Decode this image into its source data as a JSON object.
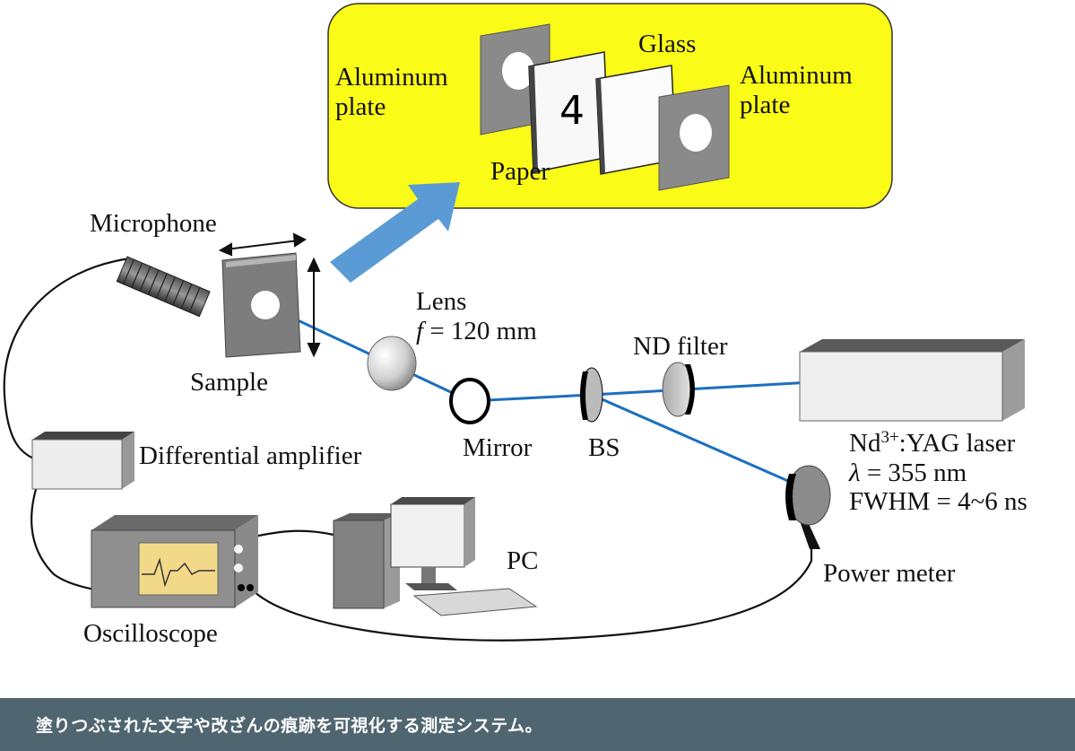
{
  "diagram": {
    "inset": {
      "left_plate_label_1": "Aluminum",
      "left_plate_label_2": "plate",
      "right_plate_label_1": "Aluminum",
      "right_plate_label_2": "plate",
      "glass_label": "Glass",
      "paper_label": "Paper",
      "paper_digit": "4",
      "background_color": "#fafc18"
    },
    "labels": {
      "microphone": "Microphone",
      "sample": "Sample",
      "lens_1": "Lens",
      "lens_f": "f",
      "lens_2": " = 120 mm",
      "mirror": "Mirror",
      "bs": "BS",
      "nd_filter": "ND filter",
      "laser_line1_a": "Nd",
      "laser_line1_sup": "3+",
      "laser_line1_b": ":YAG laser",
      "laser_line2_lambda": "λ",
      "laser_line2": " = 355 nm",
      "laser_line3": "FWHM = 4~6 ns",
      "differential_amplifier": "Differential amplifier",
      "oscilloscope": "Oscilloscope",
      "pc": "PC",
      "power_meter": "Power meter"
    },
    "colors": {
      "laser_beam": "#1a6fc0",
      "arrow": "#5b9bd5"
    }
  },
  "caption": {
    "text": "塗りつぶされた文字や改ざんの痕跡を可視化する測定システム。"
  }
}
